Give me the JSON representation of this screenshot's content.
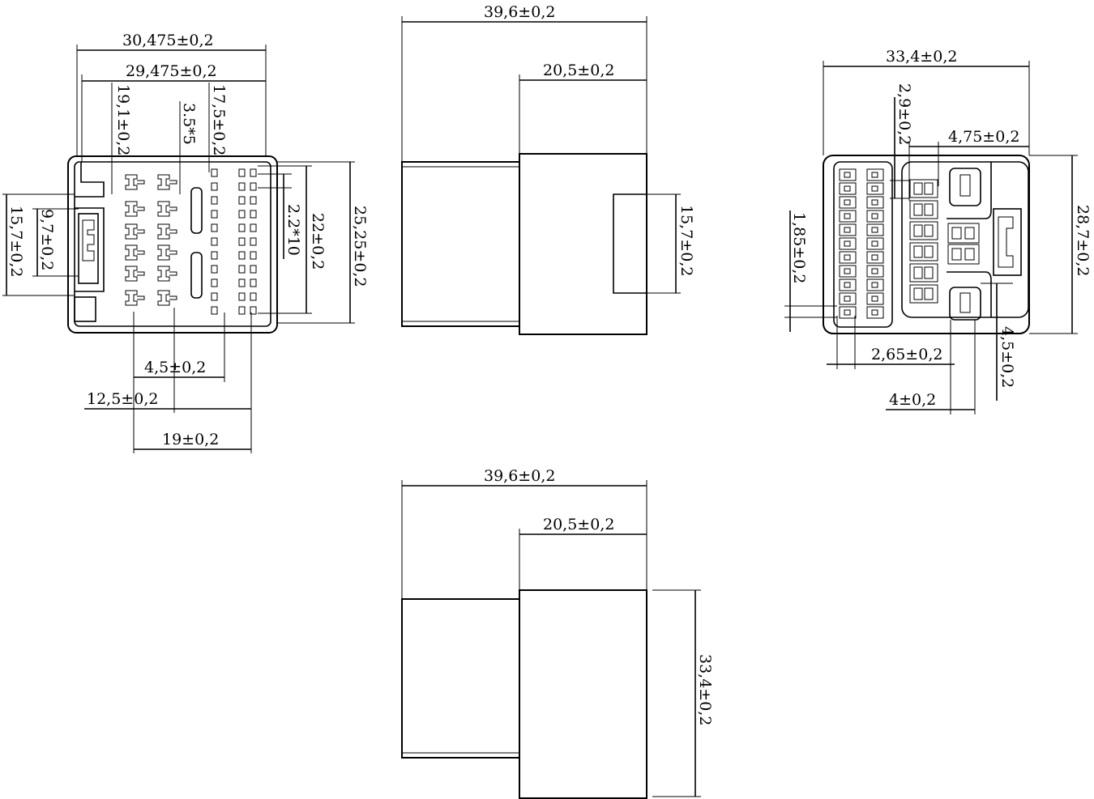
{
  "front_view": {
    "dim_overall_width": "30,475±0,2",
    "dim_inner_width": "29,475±0,2",
    "dim_19_1": "19,1±0,2",
    "dim_pitch_35": "3.5*5",
    "dim_17_5": "17,5±0,2",
    "dim_pitch_22": "2.2*10",
    "dim_22": "22±0,2",
    "dim_height": "25,25±0,2",
    "dim_latch_9_7": "9,7±0,2",
    "dim_latch_15_7": "15,7±0,2",
    "dim_4_5": "4,5±0,2",
    "dim_12_5": "12,5±0,2",
    "dim_19": "19±0,2"
  },
  "side_view_top": {
    "dim_length": "39,6±0,2",
    "dim_body": "20,5±0,2",
    "dim_latch": "15,7±0,2"
  },
  "rear_view": {
    "dim_width": "33,4±0,2",
    "dim_2_9": "2,9±0,2",
    "dim_4_75": "4,75±0,2",
    "dim_height": "28,7±0,2",
    "dim_1_85": "1,85±0,2",
    "dim_2_65": "2,65±0,2",
    "dim_4_5": "4,5±0,2",
    "dim_4": "4±0,2"
  },
  "side_view_bottom": {
    "dim_length": "39,6±0,2",
    "dim_body": "20,5±0,2",
    "dim_depth": "33,4±0,2"
  }
}
